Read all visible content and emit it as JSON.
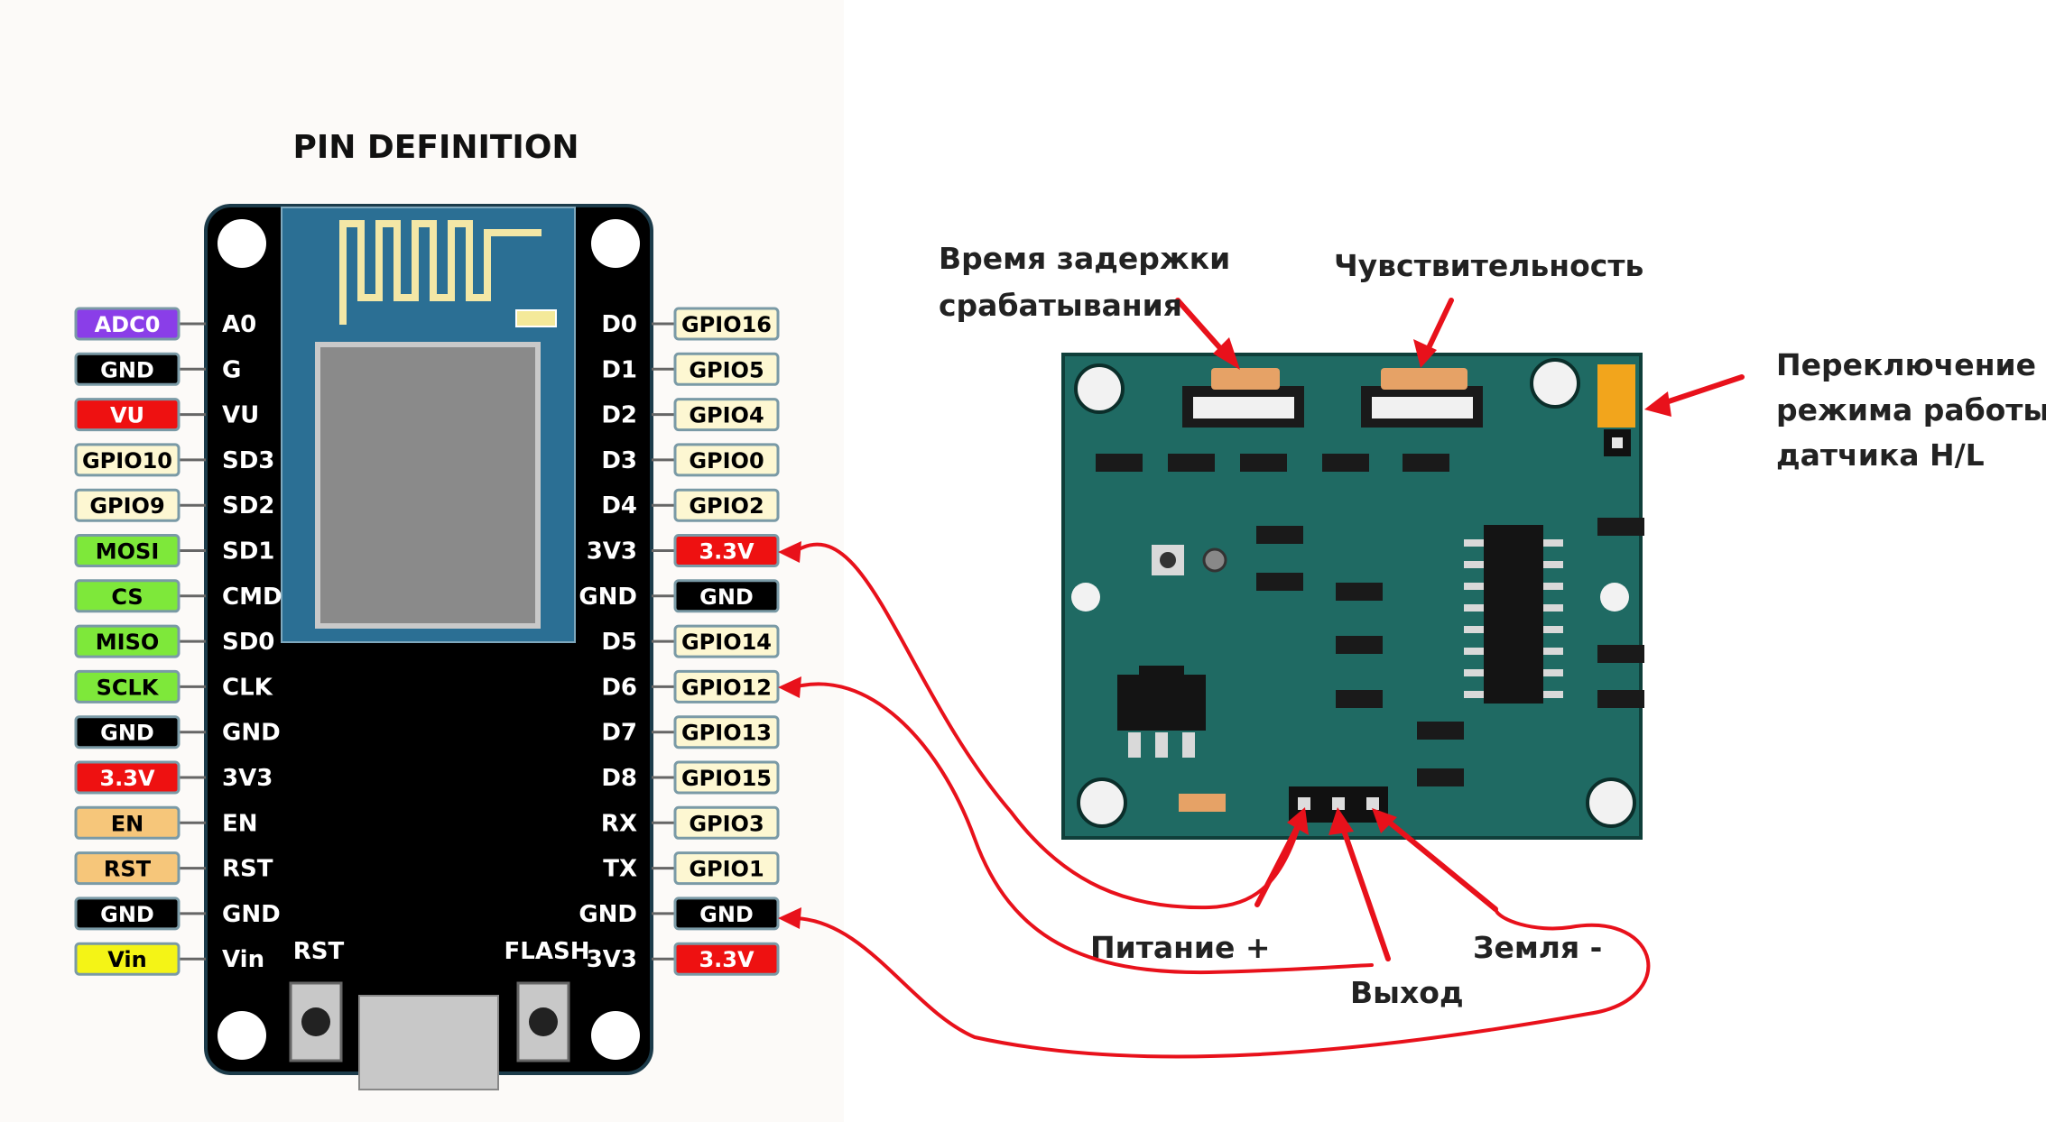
{
  "left_title": "PIN DEFINITION",
  "board": {
    "button_rst": "RST",
    "button_flash": "FLASH",
    "left_pins": [
      {
        "tag": "ADC0",
        "pin": "A0",
        "bg": "#8a3ee8",
        "fg": "#ffffff"
      },
      {
        "tag": "GND",
        "pin": "G",
        "bg": "#000000",
        "fg": "#ffffff"
      },
      {
        "tag": "VU",
        "pin": "VU",
        "bg": "#ee1111",
        "fg": "#ffffff"
      },
      {
        "tag": "GPIO10",
        "pin": "SD3",
        "bg": "#fdf7d2",
        "fg": "#000000"
      },
      {
        "tag": "GPIO9",
        "pin": "SD2",
        "bg": "#fdf7d2",
        "fg": "#000000"
      },
      {
        "tag": "MOSI",
        "pin": "SD1",
        "bg": "#7ee83a",
        "fg": "#000000"
      },
      {
        "tag": "CS",
        "pin": "CMD",
        "bg": "#7ee83a",
        "fg": "#000000"
      },
      {
        "tag": "MISO",
        "pin": "SD0",
        "bg": "#7ee83a",
        "fg": "#000000"
      },
      {
        "tag": "SCLK",
        "pin": "CLK",
        "bg": "#7ee83a",
        "fg": "#000000"
      },
      {
        "tag": "GND",
        "pin": "GND",
        "bg": "#000000",
        "fg": "#ffffff"
      },
      {
        "tag": "3.3V",
        "pin": "3V3",
        "bg": "#ee1111",
        "fg": "#ffffff"
      },
      {
        "tag": "EN",
        "pin": "EN",
        "bg": "#f6c67a",
        "fg": "#000000"
      },
      {
        "tag": "RST",
        "pin": "RST",
        "bg": "#f6c67a",
        "fg": "#000000"
      },
      {
        "tag": "GND",
        "pin": "GND",
        "bg": "#000000",
        "fg": "#ffffff"
      },
      {
        "tag": "Vin",
        "pin": "Vin",
        "bg": "#f4f416",
        "fg": "#000000"
      }
    ],
    "right_pins": [
      {
        "tag": "GPIO16",
        "pin": "D0",
        "bg": "#fdf7d2",
        "fg": "#000000"
      },
      {
        "tag": "GPIO5",
        "pin": "D1",
        "bg": "#fdf7d2",
        "fg": "#000000"
      },
      {
        "tag": "GPIO4",
        "pin": "D2",
        "bg": "#fdf7d2",
        "fg": "#000000"
      },
      {
        "tag": "GPIO0",
        "pin": "D3",
        "bg": "#fdf7d2",
        "fg": "#000000"
      },
      {
        "tag": "GPIO2",
        "pin": "D4",
        "bg": "#fdf7d2",
        "fg": "#000000"
      },
      {
        "tag": "3.3V",
        "pin": "3V3",
        "bg": "#ee1111",
        "fg": "#ffffff"
      },
      {
        "tag": "GND",
        "pin": "GND",
        "bg": "#000000",
        "fg": "#ffffff"
      },
      {
        "tag": "GPIO14",
        "pin": "D5",
        "bg": "#fdf7d2",
        "fg": "#000000"
      },
      {
        "tag": "GPIO12",
        "pin": "D6",
        "bg": "#fdf7d2",
        "fg": "#000000"
      },
      {
        "tag": "GPIO13",
        "pin": "D7",
        "bg": "#fdf7d2",
        "fg": "#000000"
      },
      {
        "tag": "GPIO15",
        "pin": "D8",
        "bg": "#fdf7d2",
        "fg": "#000000"
      },
      {
        "tag": "GPIO3",
        "pin": "RX",
        "bg": "#fdf7d2",
        "fg": "#000000"
      },
      {
        "tag": "GPIO1",
        "pin": "TX",
        "bg": "#fdf7d2",
        "fg": "#000000"
      },
      {
        "tag": "GND",
        "pin": "GND",
        "bg": "#000000",
        "fg": "#ffffff"
      },
      {
        "tag": "3.3V",
        "pin": "3V3",
        "bg": "#ee1111",
        "fg": "#ffffff"
      }
    ]
  },
  "sensor_labels": {
    "delay_line1": "Время задержки",
    "delay_line2": "срабатывания",
    "sensitivity": "Чувствительность",
    "mode_line1": "Переключение",
    "mode_line2": "режима работы",
    "mode_line3": "датчика H/L",
    "power": "Питание +",
    "output": "Выход",
    "ground": "Земля -"
  },
  "colors": {
    "wire": "#e8111b",
    "pcb": "#1f6a63",
    "esp_module": "#2b6f94",
    "arrow": "#e8111b"
  }
}
